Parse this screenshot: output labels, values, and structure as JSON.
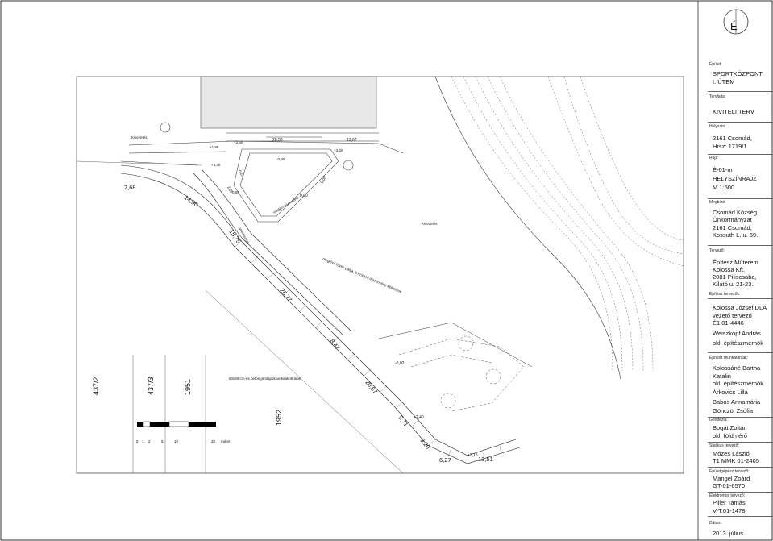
{
  "drawing": {
    "north_label": "É",
    "parcels": [
      "437/2",
      "437/3",
      "1951",
      "1952"
    ],
    "labels": {
      "kivezetes_left": "Kivezetés",
      "kivezetes_mid": "Kivezetés",
      "beton_arok": "60x60 cm-es beton járólapokkal kirakott árok",
      "fuves": "meglévő füves pálya, környező dísznövény kiültetése",
      "fold": "meglévő füves pálya",
      "talaj": "parkolósávok"
    },
    "dimensions": [
      "7,68",
      "14,90",
      "15,75",
      "28,77",
      "8,47",
      "20,87",
      "5,71",
      "9,20",
      "6,27",
      "13,51",
      "0,00",
      "-0,02",
      "+2,40",
      "+3,15",
      "28,33",
      "13,67",
      "+2,50",
      "+1,88",
      "+3,60",
      "+3,40",
      "-0,80",
      "0,25",
      "2,25",
      "0,00",
      "0,05"
    ],
    "scale_bar": {
      "ticks": [
        "0",
        "1",
        "2",
        "5",
        "10",
        "20"
      ],
      "unit": "méter"
    }
  },
  "title_block": {
    "epulet_key": "Épület:",
    "epulet": [
      "SPORTKÖZPONT",
      "I. ÜTEM"
    ],
    "tervfajta_key": "Tervfajta:",
    "tervfajta": [
      "KIVITELI TERV"
    ],
    "helyszin_key": "Helyszín:",
    "helyszin": [
      "2161 Csomád,",
      "Hrsz: 1719/1"
    ],
    "rajz_key": "Rajz:",
    "rajz": [
      "É-01-m",
      "HELYSZÍNRAJZ",
      "M 1:500"
    ],
    "megbizo_key": "Megbízó:",
    "megbizo": [
      "Csomád Község",
      "Önkormányzat",
      "2161 Csomád,",
      "Kossuth L. u. 69."
    ],
    "tervezo_key": "Tervező:",
    "tervezo": [
      "Építész Műterem",
      "Kolossa Kft.",
      "2081 Piliscsaba,",
      "Kilátó u. 21-23."
    ],
    "epitesz_tervezok_key": "Építész tervezők:",
    "epitesz_tervezok": [
      "Kolossa József DLA",
      "vezető tervező",
      "É1 01-4446",
      "Weiszkopf András",
      "okl. építészmérnök"
    ],
    "munkatarsak_key": "Építész munkatársak:",
    "munkatarsak": [
      "Kolossáné Bartha",
      "Katalin",
      "okl. építészmérnök",
      "Árkovics Lilla",
      "Babos Annamária",
      "Gönczöl Zsófia"
    ],
    "geodezia_key": "Geodézia:",
    "geodezia": [
      "Bogát Zoltán",
      "okl. földmérő"
    ],
    "statikus_key": "Statikus tervező:",
    "statikus": [
      "Mózes László",
      "T1 MMK 01-2405"
    ],
    "epuletgepesz_key": "Épületgépész tervező:",
    "epuletgepesz": [
      "Mangel Zoárd",
      "GT-01-6570"
    ],
    "elektromos_key": "Elektromos tervező:",
    "elektromos": [
      "Piller Tamás",
      "V-T:01-1478"
    ],
    "datum_key": "Dátum:",
    "datum": [
      "2013. július"
    ]
  }
}
